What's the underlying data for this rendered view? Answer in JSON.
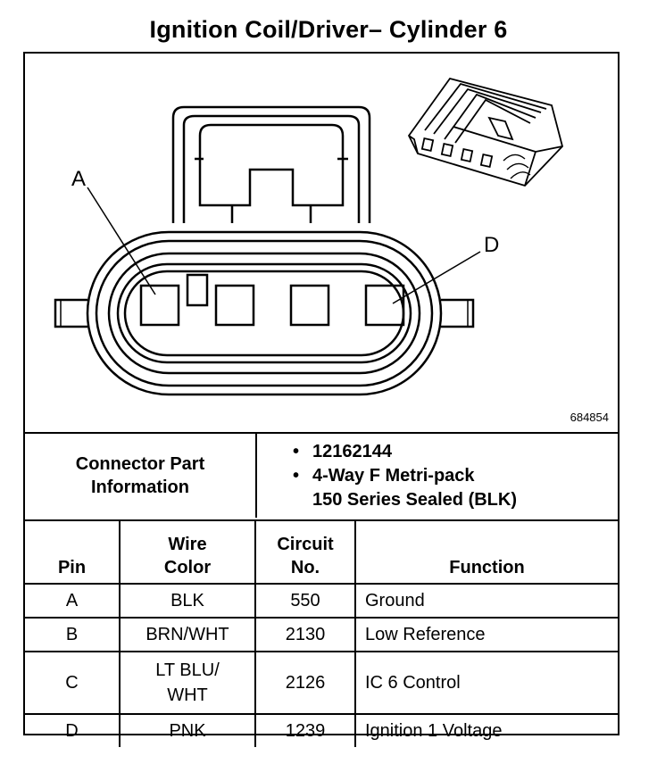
{
  "title": "Ignition Coil/Driver– Cylinder 6",
  "figure": {
    "ref_number": "684854",
    "callout_a": "A",
    "callout_d": "D"
  },
  "connector_info": {
    "label_line1": "Connector Part",
    "label_line2": "Information",
    "part_number": "12162144",
    "description_line1": "4-Way F Metri-pack",
    "description_line2": "150 Series Sealed (BLK)"
  },
  "pin_table": {
    "headers": {
      "pin": "Pin",
      "wire_line1": "Wire",
      "wire_line2": "Color",
      "circuit_line1": "Circuit",
      "circuit_line2": "No.",
      "function": "Function"
    },
    "rows": [
      {
        "pin": "A",
        "wire_line1": "BLK",
        "wire_line2": "",
        "circuit": "550",
        "function": "Ground"
      },
      {
        "pin": "B",
        "wire_line1": "BRN/WHT",
        "wire_line2": "",
        "circuit": "2130",
        "function": "Low Reference"
      },
      {
        "pin": "C",
        "wire_line1": "LT BLU/",
        "wire_line2": "WHT",
        "circuit": "2126",
        "function": "IC 6 Control"
      },
      {
        "pin": "D",
        "wire_line1": "PNK",
        "wire_line2": "",
        "circuit": "1239",
        "function": "Ignition 1 Voltage"
      }
    ]
  }
}
